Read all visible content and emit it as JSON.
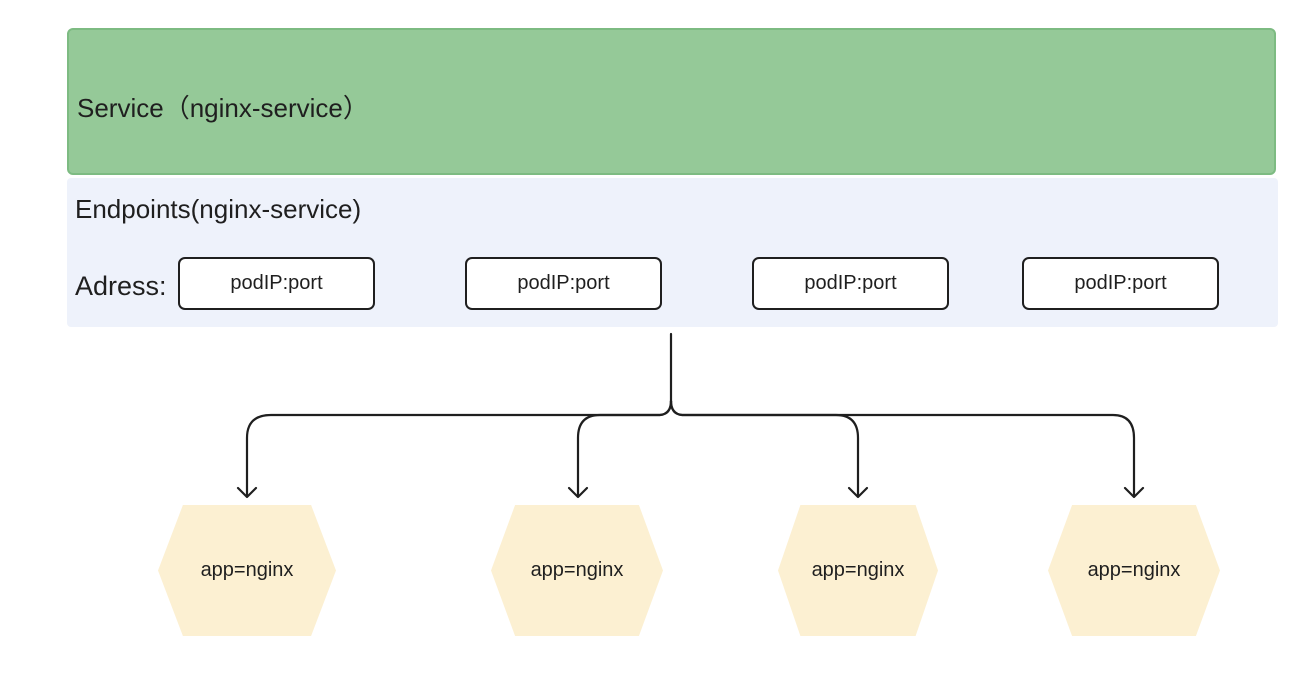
{
  "service": {
    "label": "Service（nginx-service）",
    "color": "#95c998"
  },
  "endpoints": {
    "label": "Endpoints(nginx-service)",
    "address_label": "Adress:",
    "ports": [
      "podIP:port",
      "podIP:port",
      "podIP:port",
      "podIP:port"
    ],
    "color": "#eef2fb"
  },
  "pods": {
    "labels": [
      "app=nginx",
      "app=nginx",
      "app=nginx",
      "app=nginx"
    ],
    "color": "#fcf0d2"
  }
}
